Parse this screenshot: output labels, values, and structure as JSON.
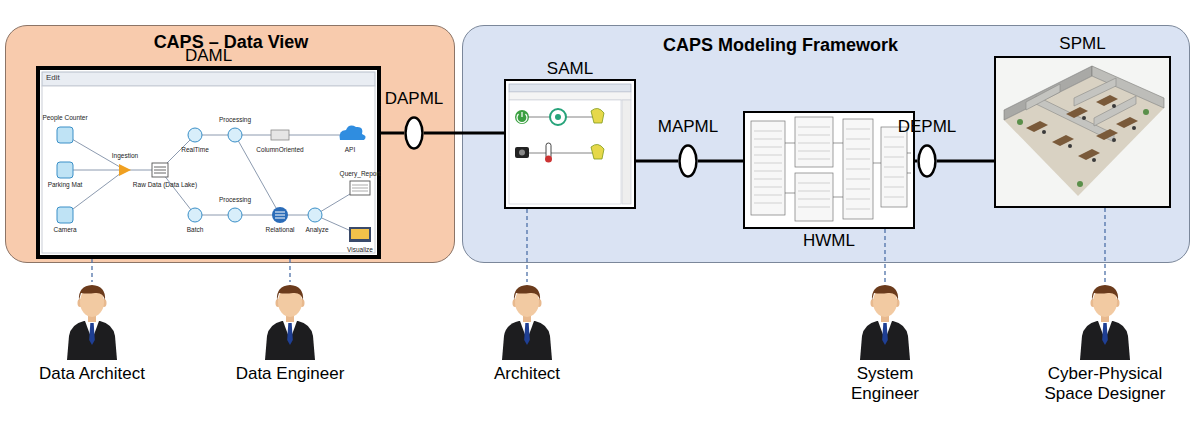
{
  "diagram": {
    "nodes": [
      {
        "text": [
          "CAPS – Data View"
        ]
      },
      {
        "text": [
          "DAML"
        ],
        "in": 0
      },
      {
        "text": [
          "CAPS Modeling Framework"
        ]
      },
      {
        "text": [
          "SAML"
        ],
        "in": 2
      },
      {
        "text": [
          "HWML"
        ],
        "in": 2
      },
      {
        "text": [
          "SPML"
        ],
        "in": 2
      },
      {
        "text": [
          "DAPML"
        ]
      },
      {
        "text": [
          "MAPML"
        ],
        "in": 2
      },
      {
        "text": [
          "DEPML"
        ],
        "in": 2
      },
      {
        "text": [
          "Data Architect"
        ]
      },
      {
        "text": [
          "Data Engineer"
        ]
      },
      {
        "text": [
          "Architect"
        ]
      },
      {
        "text": [
          "System Engineer"
        ]
      },
      {
        "text": [
          "Cyber-Physical Space Designer"
        ]
      }
    ],
    "edges": [
      {
        "from": 1,
        "to": 6,
        "arrow": "none"
      },
      {
        "from": 6,
        "to": 3,
        "arrow": "none"
      },
      {
        "from": 3,
        "to": 7,
        "arrow": "none"
      },
      {
        "from": 7,
        "to": 4,
        "arrow": "none"
      },
      {
        "from": 4,
        "to": 8,
        "arrow": "none"
      },
      {
        "from": 8,
        "to": 5,
        "arrow": "none"
      },
      {
        "from": 1,
        "to": 9,
        "arrow": "none"
      },
      {
        "from": 1,
        "to": 10,
        "arrow": "none"
      },
      {
        "from": 3,
        "to": 11,
        "arrow": "none"
      },
      {
        "from": 4,
        "to": 12,
        "arrow": "none"
      },
      {
        "from": 5,
        "to": 13,
        "arrow": "none"
      }
    ],
    "labels": [
      "Edit",
      "People Counter",
      "Parking Mat",
      "Camera",
      "Ingestion",
      "Raw Data (Data Lake)",
      "RealTime",
      "Processing",
      "ColumnOriented",
      "API",
      "Batch",
      "Processing",
      "Relational",
      "Analyze",
      "Query_Report",
      "Visualize"
    ]
  }
}
